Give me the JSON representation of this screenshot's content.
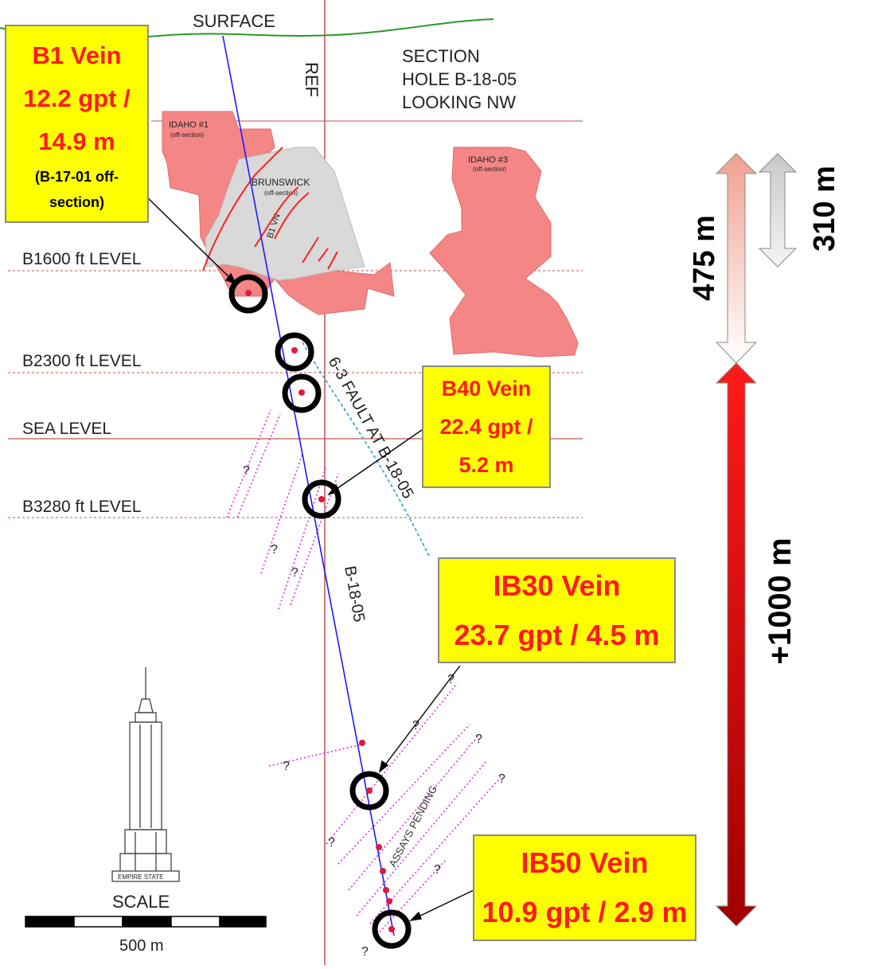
{
  "labels": {
    "surface": "SURFACE",
    "ref": "REF",
    "section_line1": "SECTION",
    "section_line2": "HOLE B-18-05",
    "section_line3": "LOOKING NW",
    "idaho1": "IDAHO #1",
    "idaho1_sub": "(off-section)",
    "idaho3": "IDAHO #3",
    "idaho3_sub": "(off-section)",
    "brunswick": "BRUNSWICK",
    "brunswick_sub": "(off-section)",
    "b1vn": "B1 VN",
    "level_b1600": "B1600 ft LEVEL",
    "level_b2300": "B2300 ft LEVEL",
    "level_sea": "SEA LEVEL",
    "level_b3280": "B3280 ft LEVEL",
    "fault": "6-3 FAULT AT B-18-05",
    "hole": "B-18-05",
    "assays": "ASSAYS PENDING",
    "question": "?",
    "empire_state": "EMPIRE STATE",
    "scale": "SCALE",
    "scale_value": "500 m"
  },
  "callouts": {
    "b1": {
      "line1": "B1 Vein",
      "line2": "12.2 gpt /",
      "line3": "14.9 m",
      "line4": "(B-17-01 off-",
      "line5": "section)"
    },
    "b40": {
      "line1": "B40 Vein",
      "line2": "22.4 gpt /",
      "line3": "5.2 m"
    },
    "ib30": {
      "line1": "IB30 Vein",
      "line2": "23.7 gpt / 4.5 m"
    },
    "ib50": {
      "line1": "IB50 Vein",
      "line2": "10.9 gpt / 2.9 m"
    }
  },
  "dimensions": {
    "d475": "475 m",
    "d310": "310 m",
    "d1000": "+1000 m"
  },
  "colors": {
    "callout_bg": "#ffff00",
    "callout_text": "#ff1a1a",
    "orebody": "#f48686",
    "brunswick_fill": "#d9d9d9",
    "drill_hole": "#1a1aff",
    "level_line": "#c0504d",
    "vein_dotted": "#e040e0",
    "fault": "#40a8c8",
    "arrow_dark_red": "#c00000",
    "arrow_light_red": "#f4a090",
    "arrow_grey": "#d0d0d0"
  }
}
